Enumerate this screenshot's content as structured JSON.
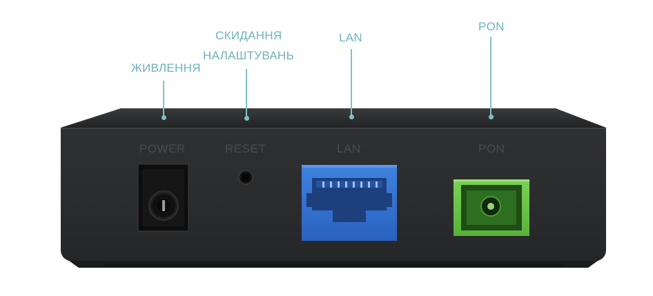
{
  "callouts": {
    "power": "ЖИВЛЕННЯ",
    "reset_line1": "СКИДАННЯ",
    "reset_line2": "НАЛАШТУВАНЬ",
    "lan": "LAN",
    "pon": "PON"
  },
  "panel_labels": {
    "power": "POWER",
    "reset": "RESET",
    "lan": "LAN",
    "pon": "PON"
  },
  "colors": {
    "callout_accent": "#7fc2c6",
    "device_body": "#2b2c2e",
    "lan_port": "#2f6fd0",
    "pon_port": "#6cc24a"
  },
  "icons": {
    "power": "dc-power-jack",
    "reset": "reset-pinhole",
    "lan": "rj45-ethernet-port",
    "pon": "sc-fiber-optic-port"
  }
}
